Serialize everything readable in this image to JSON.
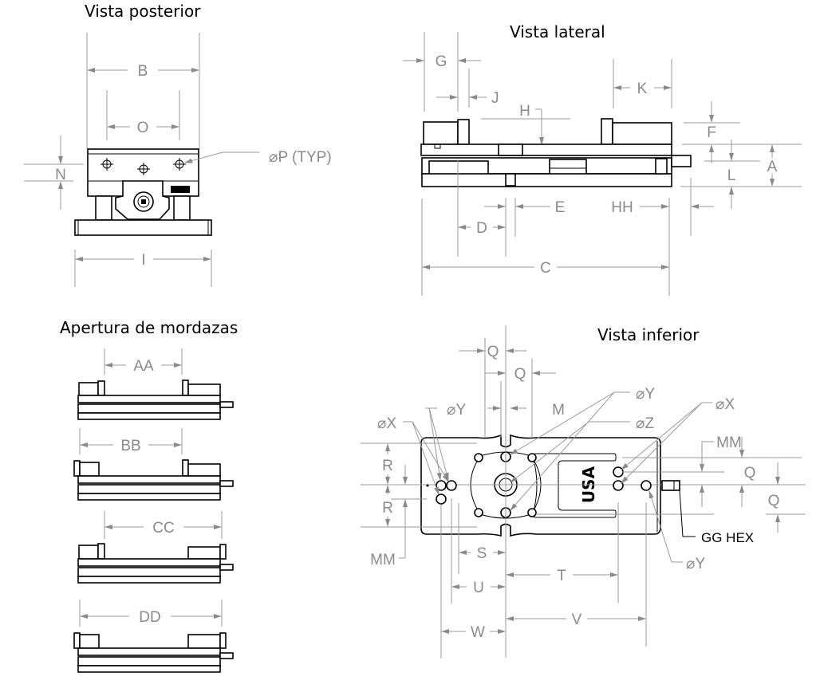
{
  "views": {
    "rear": {
      "title": "Vista posterior",
      "labels": {
        "B": "B",
        "O": "O",
        "N": "N",
        "I": "I",
        "P": "⌀P (TYP)"
      }
    },
    "side": {
      "title": "Vista lateral",
      "labels": {
        "G": "G",
        "J": "J",
        "K": "K",
        "H": "H",
        "F": "F",
        "A": "A",
        "L": "L",
        "E": "E",
        "D": "D",
        "HH": "HH",
        "C": "C"
      }
    },
    "jaw_opening": {
      "title": "Apertura de mordazas",
      "labels": {
        "AA": "AA",
        "BB": "BB",
        "CC": "CC",
        "DD": "DD"
      }
    },
    "bottom": {
      "title": "Vista inferior",
      "labels": {
        "Q1": "Q",
        "Q2": "Q",
        "Q3": "Q",
        "Q4": "Q",
        "M": "M",
        "Y1": "⌀Y",
        "Y2": "⌀Y",
        "Y3": "⌀Y",
        "X1": "⌀X",
        "X2": "⌀X",
        "Z": "⌀Z",
        "R1": "R",
        "R2": "R",
        "MM1": "MM",
        "MM2": "MM",
        "S": "S",
        "T": "T",
        "U": "U",
        "V": "V",
        "W": "W",
        "GG": "GG HEX",
        "USA": "USA"
      }
    }
  }
}
